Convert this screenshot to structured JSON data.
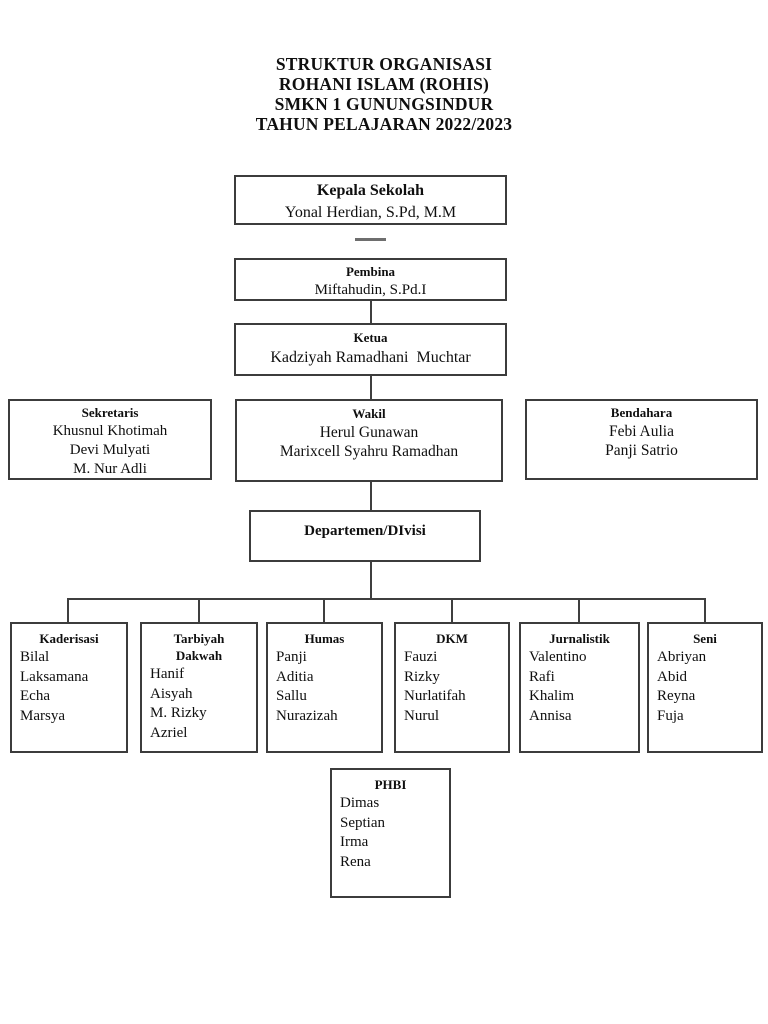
{
  "title": {
    "lines": [
      "STRUKTUR ORGANISASI",
      "ROHANI ISLAM (ROHIS)",
      "SMKN 1 GUNUNGSINDUR",
      "TAHUN PELAJARAN 2022/2023"
    ]
  },
  "org": {
    "kepala_sekolah": {
      "role": "Kepala Sekolah",
      "name": "Yonal Herdian, S.Pd, M.M"
    },
    "pembina": {
      "role": "Pembina",
      "name": "Miftahudin, S.Pd.I"
    },
    "ketua": {
      "role": "Ketua",
      "name": "Kadziyah Ramadhani  Muchtar"
    },
    "sekretaris": {
      "role": "Sekretaris",
      "members": [
        "Khusnul Khotimah",
        "Devi Mulyati",
        "M. Nur Adli"
      ]
    },
    "wakil": {
      "role": "Wakil",
      "members": [
        "Herul Gunawan",
        "Marixcell Syahru Ramadhan"
      ]
    },
    "bendahara": {
      "role": "Bendahara",
      "members": [
        "Febi Aulia",
        "Panji Satrio"
      ]
    },
    "departemen": {
      "role": "Departemen/DIvisi"
    },
    "divisions": [
      {
        "role": "Kaderisasi",
        "members": [
          "Bilal",
          "Laksamana",
          "Echa",
          "Marsya"
        ]
      },
      {
        "role": "Tarbiyah\nDakwah",
        "members": [
          "Hanif",
          "Aisyah",
          "M. Rizky",
          "Azriel"
        ]
      },
      {
        "role": "Humas",
        "members": [
          "Panji",
          "Aditia",
          "Sallu",
          "Nurazizah"
        ]
      },
      {
        "role": "DKM",
        "members": [
          "Fauzi",
          "Rizky",
          "Nurlatifah",
          "Nurul"
        ]
      },
      {
        "role": "Jurnalistik",
        "members": [
          "Valentino",
          "Rafi",
          "Khalim",
          "Annisa"
        ]
      },
      {
        "role": "Seni",
        "members": [
          "Abriyan",
          "Abid",
          "Reyna",
          "Fuja"
        ]
      }
    ],
    "phbi": {
      "role": "PHBI",
      "members": [
        "Dimas",
        "Septian",
        "Irma",
        "Rena"
      ]
    }
  },
  "colors": {
    "background": "#ffffff",
    "border": "#3c3c3c",
    "text": "#0f0f0f"
  }
}
